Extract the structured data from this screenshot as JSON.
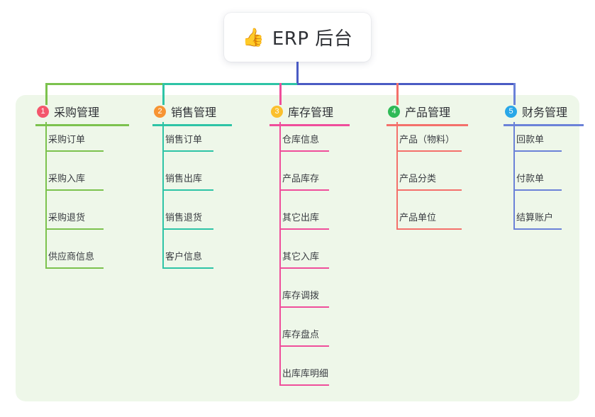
{
  "diagram": {
    "type": "mind-map",
    "root": {
      "icon": "thumbs-up-emoji",
      "emoji": "👍",
      "title": "ERP 后台"
    },
    "columns": [
      {
        "number": "1",
        "label": "采购管理",
        "badge_color": "#f4566c",
        "line_color": "#7cc24e",
        "items": [
          "采购订单",
          "采购入库",
          "采购退货",
          "供应商信息"
        ]
      },
      {
        "number": "2",
        "label": "销售管理",
        "badge_color": "#f79433",
        "line_color": "#2ec4a6",
        "items": [
          "销售订单",
          "销售出库",
          "销售退货",
          "客户信息"
        ]
      },
      {
        "number": "3",
        "label": "库存管理",
        "badge_color": "#fbc02d",
        "line_color": "#ef4e9b",
        "items": [
          "仓库信息",
          "产品库存",
          "其它出库",
          "其它入库",
          "库存调拨",
          "库存盘点",
          "出库库明细"
        ]
      },
      {
        "number": "4",
        "label": "产品管理",
        "badge_color": "#2fba57",
        "line_color": "#f4706b",
        "items": [
          "产品（物料）",
          "产品分类",
          "产品单位"
        ]
      },
      {
        "number": "5",
        "label": "财务管理",
        "badge_color": "#29a7e8",
        "line_color": "#6b82d8",
        "items": [
          "回款单",
          "付款单",
          "结算账户"
        ]
      }
    ],
    "colors": {
      "panel_background": "#eef7e9",
      "page_background": "#ffffff",
      "root_stem": "#4a5bc4",
      "text": "#2f3136"
    }
  }
}
